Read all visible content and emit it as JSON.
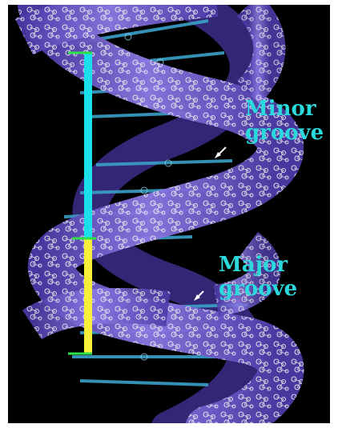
{
  "labels": {
    "minor_groove": {
      "line1": "Minor",
      "line2": "groove"
    },
    "major_groove": {
      "line1": "Major",
      "line2": "groove"
    }
  },
  "colors": {
    "background": "#000000",
    "strand": "#6a55c8",
    "strand_highlight": "#9c8af0",
    "base_pairs": "#3aa0c8",
    "atoms": "#f2f2f2",
    "label_text": "#29d9dc",
    "minor_groove_bar": "#19e0ea",
    "major_groove_bar": "#f7ef3a",
    "bar_tick": "#2ee04a",
    "arrow": "#ffffff"
  }
}
